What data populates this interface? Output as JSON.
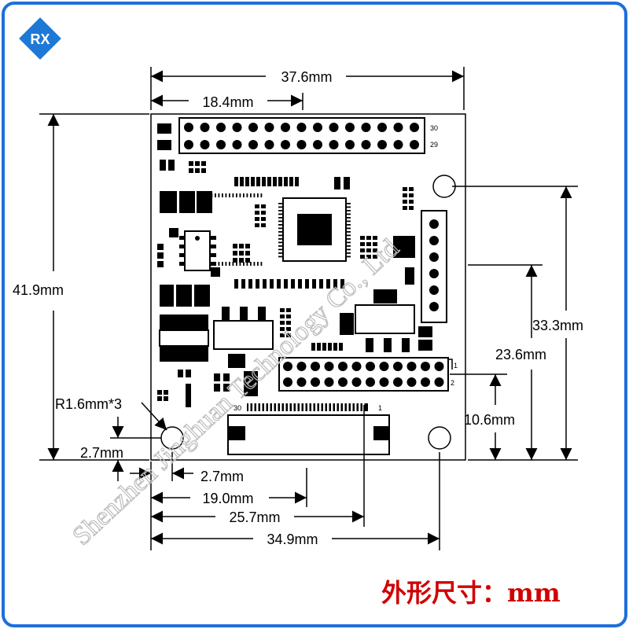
{
  "logo": {
    "text": "RX"
  },
  "watermark": {
    "text": "Shenzhen Jinghuan Technology Co., Ltd"
  },
  "header": {
    "first_pin": "30",
    "second_pin": "29"
  },
  "connector2": {
    "pin_a": "1",
    "pin_b": "2"
  },
  "fpc": {
    "pin_left": "30",
    "pin_right": "1"
  },
  "dimensions": {
    "overall_width": "37.6mm",
    "header_offset": "18.4mm",
    "overall_height": "41.9mm",
    "hole_height_right": "33.3mm",
    "connector_height": "23.6mm",
    "fpc_height": "10.6mm",
    "hole_radius": "R1.6mm*3",
    "hole_offset_y": "2.7mm",
    "hole_offset_x": "2.7mm",
    "fpc_left": "19.0mm",
    "fpc_right": "25.7mm",
    "hole_spacing": "34.9mm"
  },
  "footer": {
    "caption": "外形尺寸：mm"
  },
  "colors": {
    "border": "#1e6fd9",
    "caption": "#d00000",
    "board": "#000000"
  }
}
